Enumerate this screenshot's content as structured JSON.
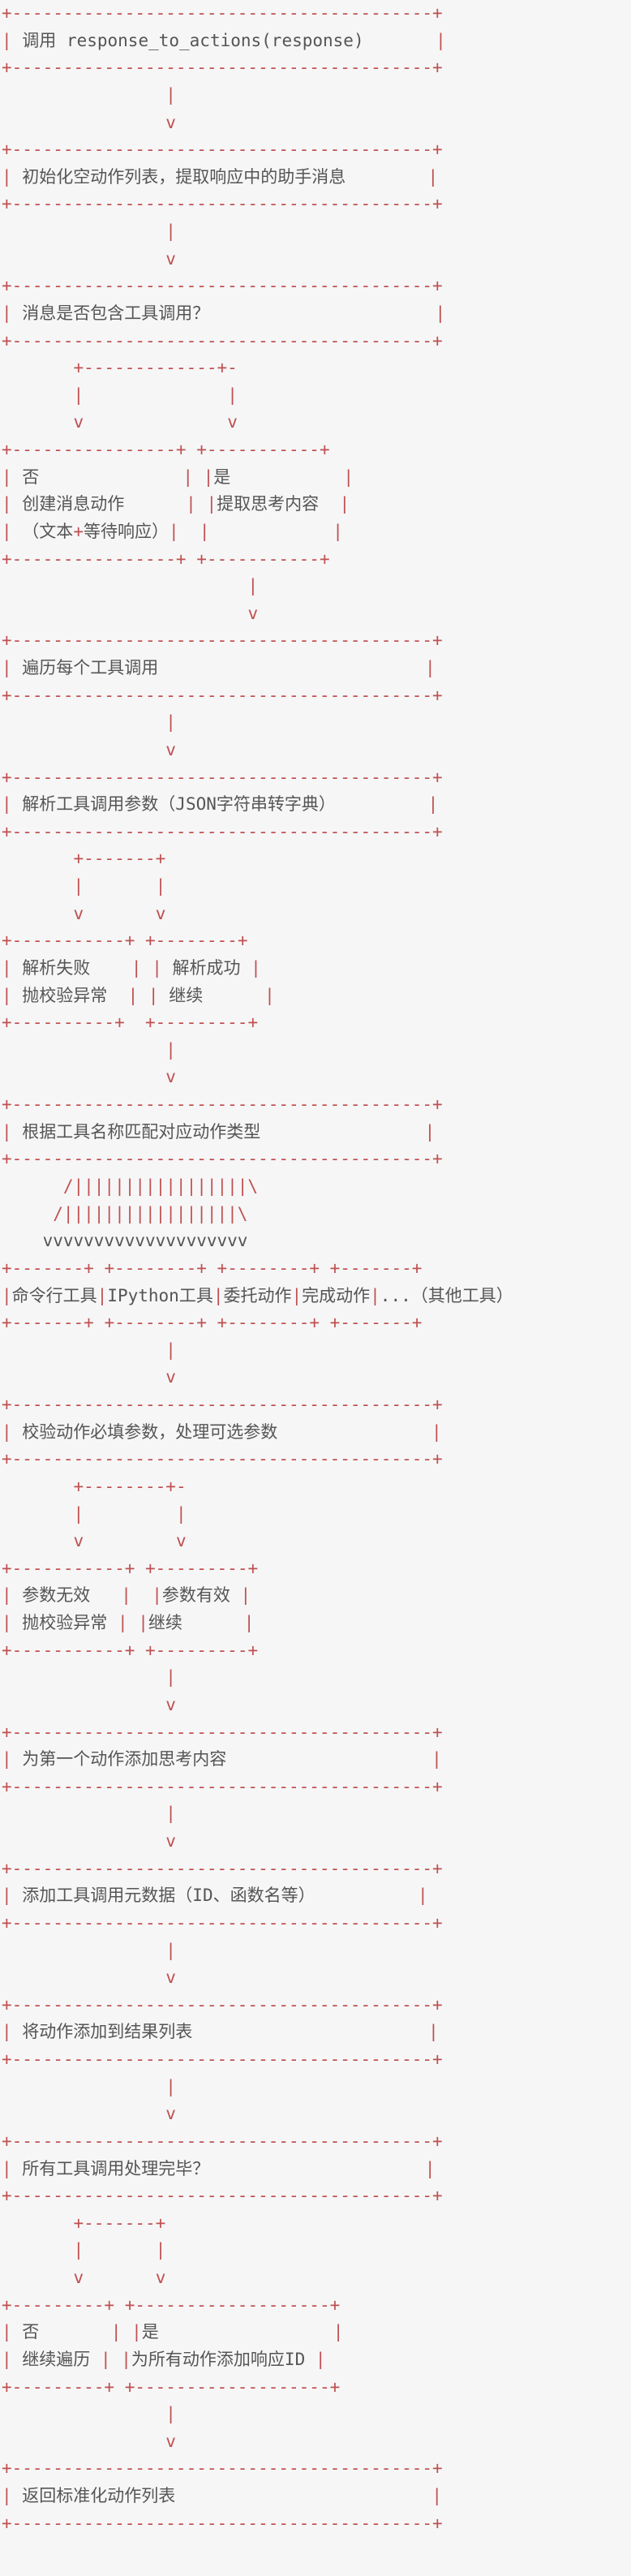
{
  "lines": [
    "+-----------------------------------------+",
    "| 调用 response_to_actions(response)       |",
    "+-----------------------------------------+",
    "                |",
    "                v",
    "+-----------------------------------------+",
    "| 初始化空动作列表，提取响应中的助手消息        |",
    "+-----------------------------------------+",
    "                |",
    "                v",
    "+-----------------------------------------+",
    "| 消息是否包含工具调用？                      |",
    "+-----------------------------------------+",
    "       +-------------+-",
    "       |              |",
    "       v              v",
    "+----------------+ +-----------+",
    "| 否              | |是           |",
    "| 创建消息动作      | |提取思考内容  |",
    "| （文本+等待响应）|  |            |",
    "+----------------+ +-----------+",
    "                        |",
    "                        v",
    "+-----------------------------------------+",
    "| 遍历每个工具调用                          |",
    "+-----------------------------------------+",
    "                |",
    "                v",
    "+-----------------------------------------+",
    "| 解析工具调用参数（JSON字符串转字典）         |",
    "+-----------------------------------------+",
    "       +-------+",
    "       |       |",
    "       v       v",
    "+-----------+ +--------+",
    "| 解析失败    | | 解析成功 |",
    "| 抛校验异常  | | 继续      |",
    "+----------+  +---------+",
    "                |",
    "                v",
    "+-----------------------------------------+",
    "| 根据工具名称匹配对应动作类型                |",
    "+-----------------------------------------+",
    "      /|||||||||||||||||\\",
    "     /|||||||||||||||||\\",
    "    vvvvvvvvvvvvvvvvvvvv",
    "+-------+ +--------+ +--------+ +-------+",
    "|命令行工具|IPython工具|委托动作|完成动作|...（其他工具）",
    "+-------+ +--------+ +--------+ +-------+",
    "                |",
    "                v",
    "+-----------------------------------------+",
    "| 校验动作必填参数，处理可选参数               |",
    "+-----------------------------------------+",
    "       +--------+-",
    "       |         |",
    "       v         v",
    "+-----------+ +---------+",
    "| 参数无效   |  |参数有效 |",
    "| 抛校验异常 | |继续      |",
    "+-----------+ +---------+",
    "                |",
    "                v",
    "+-----------------------------------------+",
    "| 为第一个动作添加思考内容                    |",
    "+-----------------------------------------+",
    "                |",
    "                v",
    "+-----------------------------------------+",
    "| 添加工具调用元数据（ID、函数名等）          |",
    "+-----------------------------------------+",
    "                |",
    "                v",
    "+-----------------------------------------+",
    "| 将动作添加到结果列表                       |",
    "+-----------------------------------------+",
    "                |",
    "                v",
    "+-----------------------------------------+",
    "| 所有工具调用处理完毕？                     |",
    "+-----------------------------------------+",
    "       +-------+",
    "       |       |",
    "       v       v",
    "+---------+ +-------------------+",
    "| 否       | |是                 |",
    "| 继续遍历 | |为所有动作添加响应ID |",
    "+---------+ +-------------------+",
    "                |",
    "                v",
    "+-----------------------------------------+",
    "| 返回标准化动作列表                         |",
    "+-----------------------------------------+"
  ],
  "colors": {
    "background": "#f6f6f7",
    "border": "#c05050",
    "text": "#555555"
  }
}
